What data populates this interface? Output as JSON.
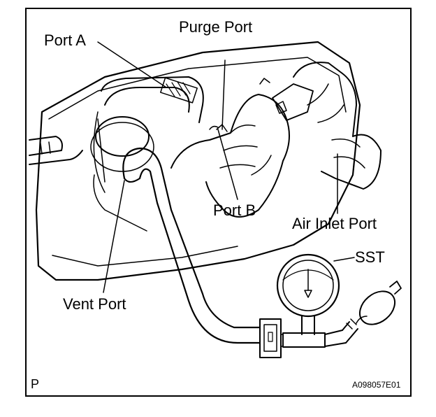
{
  "labels": {
    "port_a": "Port A",
    "purge_port": "Purge Port",
    "port_b": "Port B",
    "air_inlet_port": "Air Inlet Port",
    "sst": "SST",
    "vent_port": "Vent Port"
  },
  "footer": {
    "view_marker": "P",
    "figure_code": "A098057E01"
  }
}
